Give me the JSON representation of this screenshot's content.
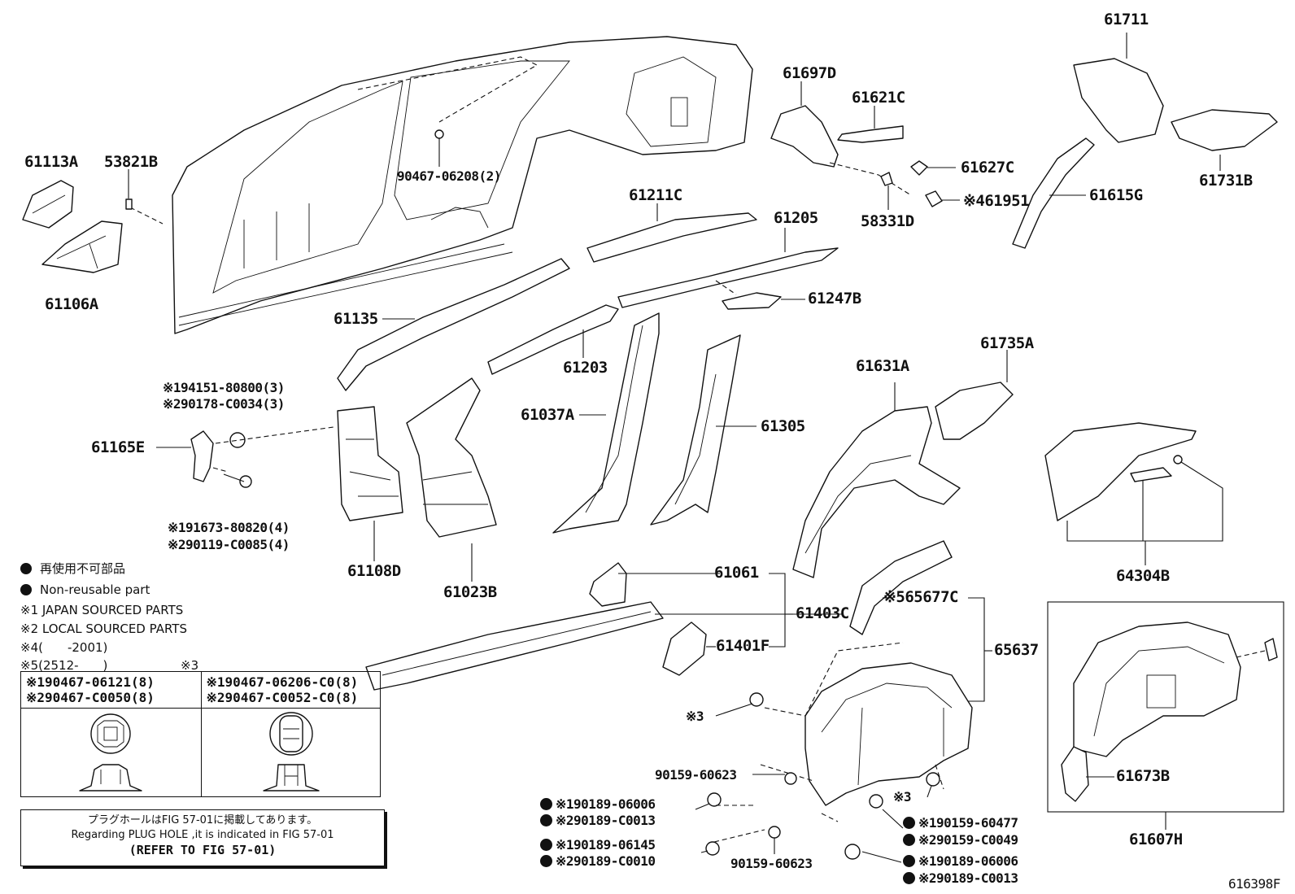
{
  "diagram_id": "616398F",
  "parts": {
    "p61711": "61711",
    "p61697D": "61697D",
    "p61621C": "61621C",
    "p61627C": "61627C",
    "p58331D": "58331D",
    "p61951": "※461951",
    "p61615G": "61615G",
    "p61731B": "61731B",
    "p61113A": "61113A",
    "p53821B": "53821B",
    "p90467_06208": "90467-06208(2)",
    "p61106A": "61106A",
    "p61211C": "61211C",
    "p61205": "61205",
    "p61247B": "61247B",
    "p61135": "61135",
    "p61203": "61203",
    "p61735A": "61735A",
    "p61631A": "61631A",
    "p61037A": "61037A",
    "p61305": "61305",
    "p61165E": "61165E",
    "p61108D": "61108D",
    "p61023B": "61023B",
    "p64304B": "64304B",
    "p61061": "61061",
    "p61403C": "61403C",
    "p65677C": "※565677C",
    "p65637": "65637",
    "p61401F": "61401F",
    "p61673B": "61673B",
    "p61607H": "61607H"
  },
  "fasteners": {
    "f94151": "※194151-80800(3)",
    "f90178": "※290178-C0034(3)",
    "f91673": "※191673-80820(4)",
    "f90119": "※290119-C0085(4)",
    "star3_a": "※3",
    "star3_b": "※3",
    "f90159_60623_a": "90159-60623",
    "f90159_60623_b": "90159-60623",
    "f90189_06006_a": "※190189-06006",
    "f90189_C0013_a": "※290189-C0013",
    "f90189_06145": "※190189-06145",
    "f90189_C0010": "※290189-C0010",
    "f90159_60477": "※190159-60477",
    "f90159_C0049": "※290159-C0049",
    "f90189_06006_b": "※190189-06006",
    "f90189_C0013_b": "※290189-C0013"
  },
  "legend": {
    "jp_nonreusable": "再使用不可部品",
    "nonreusable": "Non-reusable part",
    "note1": "※1 JAPAN SOURCED PARTS",
    "note2": "※2 LOCAL SOURCED PARTS",
    "note4": "※4(　　-2001)",
    "note5": "※5(2512-　　)",
    "table_header_star3": "※3"
  },
  "clip_table": {
    "left_line1": "※190467-06121(8)",
    "left_line2": "※290467-C0050(8)",
    "right_line1": "※190467-06206-C0(8)",
    "right_line2": "※290467-C0052-C0(8)"
  },
  "note_box": {
    "line1": "プラグホールはFIG 57-01に掲載してあります。",
    "line2": "Regarding PLUG HOLE ,it is indicated in FIG 57-01",
    "line3": "(REFER TO FIG 57-01)"
  }
}
